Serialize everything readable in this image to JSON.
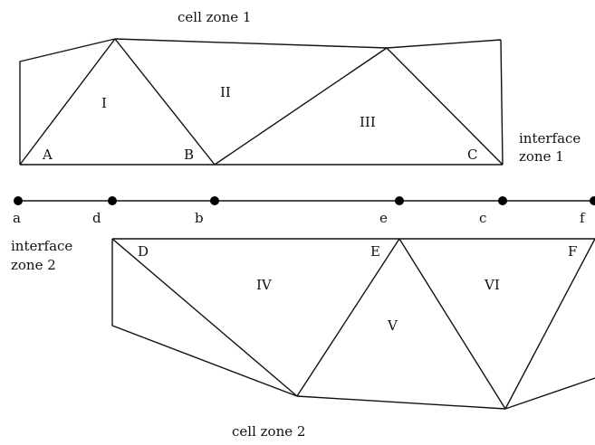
{
  "labels": {
    "cell_zone_1": "cell zone 1",
    "cell_zone_2": "cell zone 2",
    "interface_zone_1_line1": "interface",
    "interface_zone_1_line2": "zone 1",
    "interface_zone_2_line1": "interface",
    "interface_zone_2_line2": "zone 2"
  },
  "faces": {
    "A": "A",
    "B": "B",
    "C": "C",
    "D": "D",
    "E": "E",
    "F": "F"
  },
  "cells": {
    "I": "I",
    "II": "II",
    "III": "III",
    "IV": "IV",
    "V": "V",
    "VI": "VI"
  },
  "points": {
    "a": "a",
    "d": "d",
    "b": "b",
    "e": "e",
    "c": "c",
    "f": "f"
  }
}
